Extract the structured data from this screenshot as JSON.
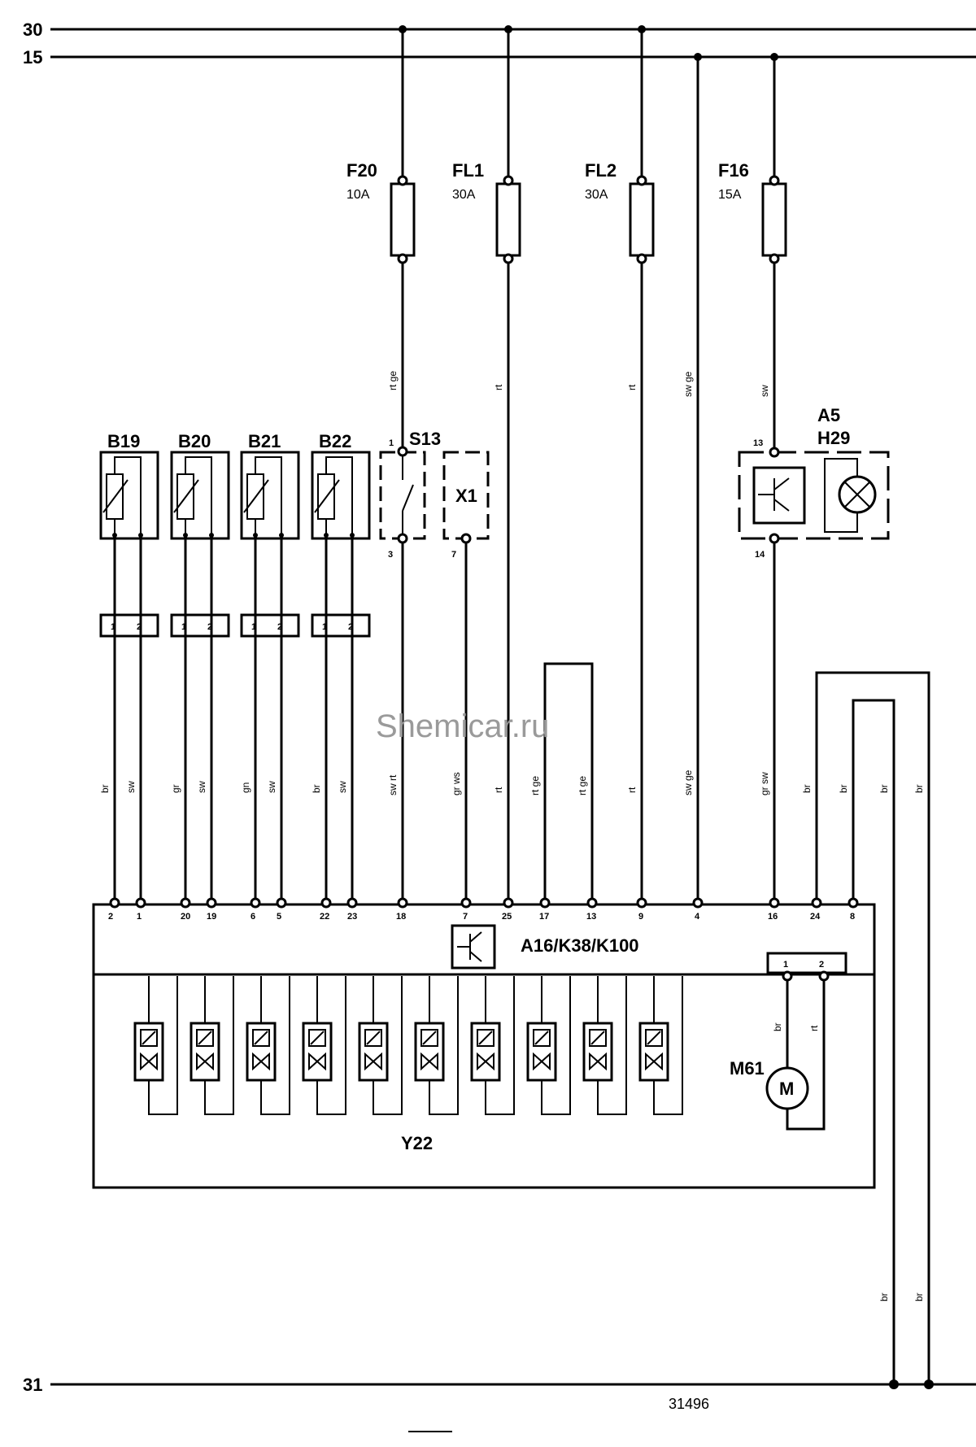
{
  "rails": {
    "r30": "30",
    "r15": "15",
    "r31": "31"
  },
  "fuses": [
    {
      "name": "F20",
      "rating": "10A",
      "wire": "rt ge"
    },
    {
      "name": "FL1",
      "rating": "30A",
      "wire": "rt"
    },
    {
      "name": "FL2",
      "rating": "30A",
      "wire": "rt"
    },
    {
      "name": "F16",
      "rating": "15A",
      "wire": "sw"
    }
  ],
  "direct_wire": "sw ge",
  "sensors": [
    {
      "name": "B19",
      "pin1": "1",
      "pin2": "2",
      "wire1": "br",
      "wire2": "sw",
      "ecu1": "2",
      "ecu2": "1"
    },
    {
      "name": "B20",
      "pin1": "1",
      "pin2": "2",
      "wire1": "gr",
      "wire2": "sw",
      "ecu1": "20",
      "ecu2": "19"
    },
    {
      "name": "B21",
      "pin1": "1",
      "pin2": "2",
      "wire1": "gn",
      "wire2": "sw",
      "ecu1": "6",
      "ecu2": "5"
    },
    {
      "name": "B22",
      "pin1": "1",
      "pin2": "2",
      "wire1": "br",
      "wire2": "sw",
      "ecu1": "22",
      "ecu2": "23"
    }
  ],
  "switch": {
    "name": "S13",
    "pin_top": "1",
    "pin_bottom": "3",
    "wire": "sw rt",
    "ecu": "18"
  },
  "connector": {
    "name": "X1",
    "pin": "7",
    "wire": "gr ws",
    "ecu": "7"
  },
  "lower_wires": {
    "fl1": {
      "wire": "rt",
      "ecu": "25"
    },
    "loop_a": {
      "wire": "rt ge",
      "ecu": "17"
    },
    "loop_b": {
      "wire": "rt ge",
      "ecu": "13"
    },
    "fl2": {
      "wire": "rt",
      "ecu": "9"
    },
    "direct": {
      "wire": "sw ge",
      "ecu": "4"
    },
    "a5": {
      "wire": "gr sw",
      "ecu": "16"
    },
    "g24": {
      "wire": "br",
      "ecu": "24"
    },
    "g8": {
      "wire": "br",
      "ecu": "8"
    },
    "g24_lower": "br",
    "g8_lower": "br",
    "gnd_a": "br",
    "gnd_b": "br"
  },
  "warning_unit": {
    "name1": "A5",
    "name2": "H29",
    "pin_top": "13",
    "pin_bottom": "14"
  },
  "ecu": {
    "name": "A16/K38/K100",
    "actuator": "Y22"
  },
  "motor": {
    "name": "M61",
    "symbol": "M",
    "pin1": "1",
    "pin2": "2",
    "wire1": "br",
    "wire2": "rt"
  },
  "watermark": "Shemicar.ru",
  "ref_number": "31496"
}
